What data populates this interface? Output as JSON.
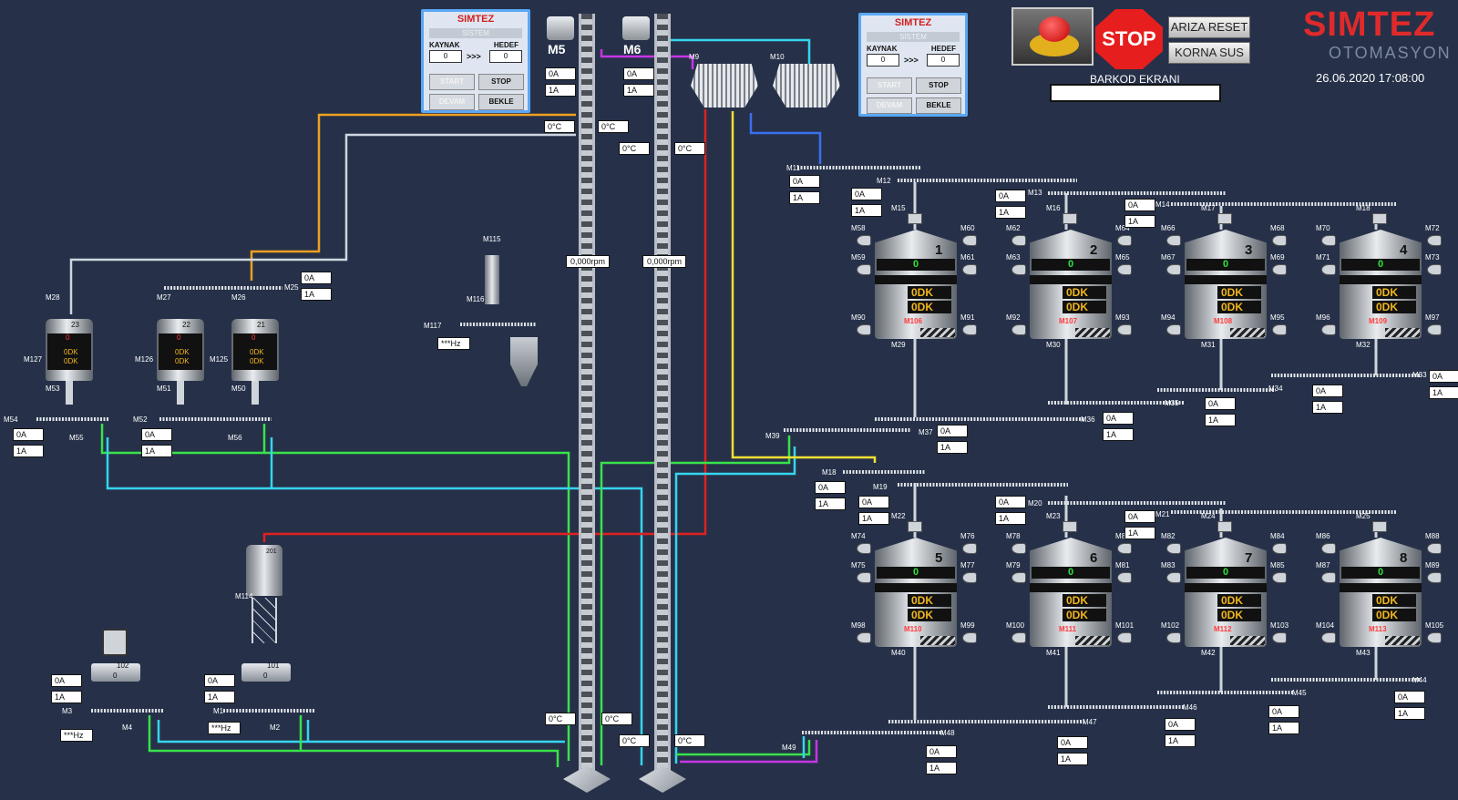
{
  "header": {
    "brand": "SIMTEZ",
    "brand_sub": "OTOMASYON",
    "datetime": "26.06.2020 17:08:00",
    "barkod_label": "BARKOD EKRANI",
    "barkod_value": "",
    "ariza_reset": "ARIZA RESET",
    "korna_sus": "KORNA SUS",
    "stop_sign": "STOP",
    "emergency_icon": "emergency-stop-icon"
  },
  "panels": [
    {
      "logo": "SIMTEZ",
      "system": "SİSTEM",
      "kaynak": "KAYNAK",
      "hedef": "HEDEF",
      "src": "0",
      "dst": "0",
      "arrow": ">>>",
      "start": "START",
      "stop": "STOP",
      "devam": "DEVAM",
      "bekle": "BEKLE"
    },
    {
      "logo": "SIMTEZ",
      "system": "SİSTEM",
      "kaynak": "KAYNAK",
      "hedef": "HEDEF",
      "src": "0",
      "dst": "0",
      "arrow": ">>>",
      "start": "START",
      "stop": "STOP",
      "devam": "DEVAM",
      "bekle": "BEKLE"
    }
  ],
  "elevators": {
    "m5": "M5",
    "m6": "M6",
    "rpm1": "0,000rpm",
    "rpm2": "0,000rpm",
    "m5_a": "0A",
    "m5_b": "1A",
    "m6_a": "0A",
    "m6_b": "1A",
    "t1": "0°C",
    "t2": "0°C",
    "t3": "0°C",
    "t4": "0°C",
    "t5": "0°C",
    "t6": "0°C",
    "t7": "0°C",
    "t8": "0°C",
    "m9": "M9",
    "m10": "M10"
  },
  "tanks_top": [
    {
      "num": "1",
      "val": "0",
      "odk1": "0DK",
      "odk2": "0DK",
      "motor": "M106",
      "ml": "M58",
      "mr": "M60",
      "ml2": "M59",
      "mr2": "M61",
      "bl": "M90",
      "br": "M91",
      "top": "M15",
      "bot": "M29"
    },
    {
      "num": "2",
      "val": "0",
      "odk1": "0DK",
      "odk2": "0DK",
      "motor": "M107",
      "ml": "M62",
      "mr": "M64",
      "ml2": "M63",
      "mr2": "M65",
      "bl": "M92",
      "br": "M93",
      "top": "M16",
      "bot": "M30"
    },
    {
      "num": "3",
      "val": "0",
      "odk1": "0DK",
      "odk2": "0DK",
      "motor": "M108",
      "ml": "M66",
      "mr": "M68",
      "ml2": "M67",
      "mr2": "M69",
      "bl": "M94",
      "br": "M95",
      "top": "M17",
      "bot": "M31"
    },
    {
      "num": "4",
      "val": "0",
      "odk1": "0DK",
      "odk2": "0DK",
      "motor": "M109",
      "ml": "M70",
      "mr": "M72",
      "ml2": "M71",
      "mr2": "M73",
      "bl": "M96",
      "br": "M97",
      "top": "M18",
      "bot": "M32"
    }
  ],
  "tanks_bottom": [
    {
      "num": "5",
      "val": "0",
      "odk1": "0DK",
      "odk2": "0DK",
      "motor": "M110",
      "ml": "M74",
      "mr": "M76",
      "ml2": "M75",
      "mr2": "M77",
      "bl": "M98",
      "br": "M99",
      "top": "M22",
      "bot": "M40"
    },
    {
      "num": "6",
      "val": "0",
      "odk1": "0DK",
      "odk2": "0DK",
      "motor": "M111",
      "ml": "M78",
      "mr": "M80",
      "ml2": "M79",
      "mr2": "M81",
      "bl": "M100",
      "br": "M101",
      "top": "M23",
      "bot": "M41"
    },
    {
      "num": "7",
      "val": "0",
      "odk1": "0DK",
      "odk2": "0DK",
      "motor": "M112",
      "ml": "M82",
      "mr": "M84",
      "ml2": "M83",
      "mr2": "M85",
      "bl": "M102",
      "br": "M103",
      "top": "M24",
      "bot": "M42"
    },
    {
      "num": "8",
      "val": "0",
      "odk1": "0DK",
      "odk2": "0DK",
      "motor": "M113",
      "ml": "M86",
      "mr": "M88",
      "ml2": "M87",
      "mr2": "M89",
      "bl": "M104",
      "br": "M105",
      "top": "M25",
      "bot": "M43"
    }
  ],
  "silos_left": [
    {
      "num": "23",
      "val": "0",
      "odk1": "0DK",
      "odk2": "0DK",
      "motor": "M127",
      "top": "M28",
      "bot": "M53"
    },
    {
      "num": "22",
      "val": "0",
      "odk1": "0DK",
      "odk2": "0DK",
      "motor": "M126",
      "top": "M27",
      "bot": "M51"
    },
    {
      "num": "21",
      "val": "0",
      "odk1": "0DK",
      "odk2": "0DK",
      "motor": "M125",
      "top": "M26",
      "bot": "M50"
    }
  ],
  "conveyors": {
    "m11": "M11",
    "m12": "M12",
    "m13": "M13",
    "m14": "M14",
    "m19": "M19",
    "m20": "M20",
    "m21": "M21",
    "m33": "M33",
    "m34": "M34",
    "m35": "M35",
    "m36": "M36",
    "m37": "M37",
    "m39": "M39",
    "m44": "M44",
    "m45": "M45",
    "m46": "M46",
    "m47": "M47",
    "m48": "M48",
    "m49": "M49",
    "m52": "M52",
    "m54": "M54",
    "m55": "M55",
    "m56": "M56",
    "m115": "M115",
    "m116": "M116",
    "m117": "M117",
    "m25": "M25",
    "m3": "M3",
    "m4": "M4",
    "m1": "M1",
    "m2": "M2",
    "m114": "M114",
    "m18b": "M18",
    "hz1": "***Hz",
    "hz2": "***Hz",
    "hz3": "***Hz"
  },
  "bins": {
    "b102": "102",
    "b101": "101",
    "b201": "201",
    "v102": "0",
    "v101": "0"
  },
  "currents": {
    "a": "0A",
    "b": "1A"
  }
}
